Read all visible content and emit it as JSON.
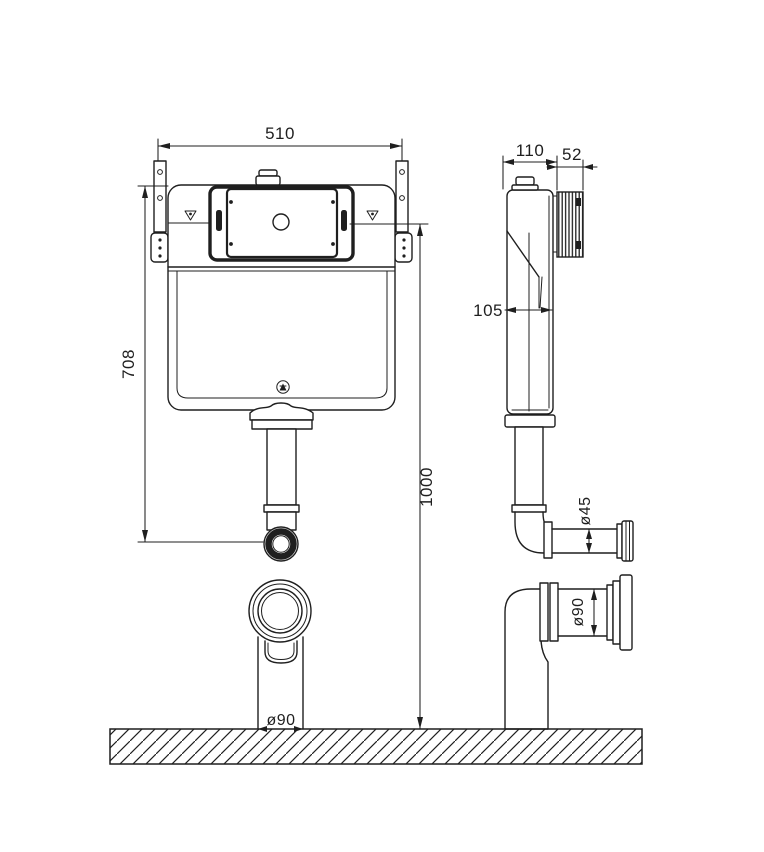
{
  "drawing": {
    "description": "dimensioned installation drawing of a concealed toilet cistern, front view and side view above a hatched floor line",
    "colors": {
      "line": "#1f1f1f",
      "background": "#ffffff"
    },
    "dims": {
      "front_width": "510",
      "cistern_height": "708",
      "install_height": "1000",
      "front_outlet_diameter": "ø90",
      "side_depth": "110",
      "frame_depth": "52",
      "tank_depth": "105",
      "flush_pipe_diameter": "ø45",
      "side_outlet_diameter": "ø90"
    }
  }
}
